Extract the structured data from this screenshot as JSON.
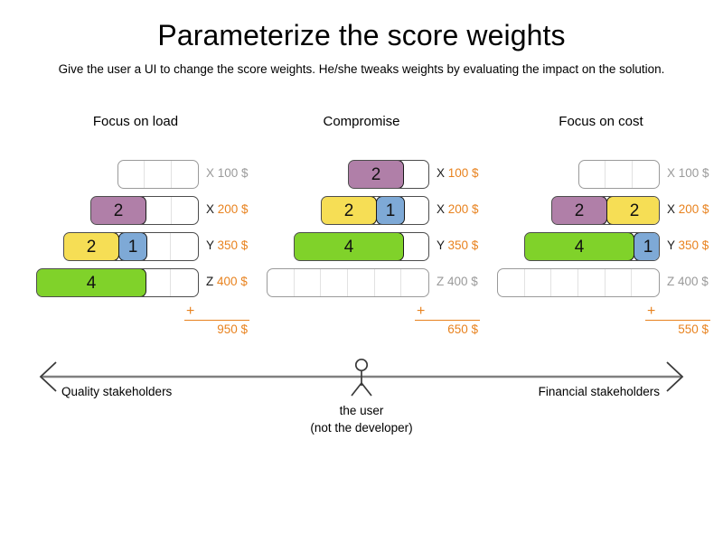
{
  "slide": {
    "title": "Parameterize the score weights",
    "subtitle": "Give the user a UI to change the score weights. He/she tweaks weights by evaluating the impact on the solution."
  },
  "colors": {
    "purple": "#b07fa8",
    "yellow": "#f6de55",
    "blue": "#7ea9d6",
    "green": "#80d22a",
    "accent_orange": "#e8821e",
    "inactive_gray": "#9a9a9a",
    "track_border": "#4d4d4d",
    "axis_gray": "#808080"
  },
  "scenarios": [
    {
      "title": "Focus on load",
      "sum_symbol": "+",
      "total": "950 $",
      "rows": [
        {
          "letter": "X",
          "price": "100 $",
          "active": false,
          "capacity": 3,
          "segments": []
        },
        {
          "letter": "X",
          "price": "200 $",
          "active": true,
          "capacity": 4,
          "segments": [
            {
              "value": "2",
              "units": 2,
              "color": "purple"
            }
          ]
        },
        {
          "letter": "Y",
          "price": "350 $",
          "active": true,
          "capacity": 5,
          "segments": [
            {
              "value": "2",
              "units": 2,
              "color": "yellow"
            },
            {
              "value": "1",
              "units": 1,
              "color": "blue"
            }
          ]
        },
        {
          "letter": "Z",
          "price": "400 $",
          "active": true,
          "capacity": 6,
          "segments": [
            {
              "value": "4",
              "units": 4,
              "color": "green"
            }
          ]
        }
      ]
    },
    {
      "title": "Compromise",
      "sum_symbol": "+",
      "total": "650 $",
      "rows": [
        {
          "letter": "X",
          "price": "100 $",
          "active": true,
          "capacity": 3,
          "segments": [
            {
              "value": "2",
              "units": 2,
              "color": "purple"
            }
          ]
        },
        {
          "letter": "X",
          "price": "200 $",
          "active": true,
          "capacity": 4,
          "segments": [
            {
              "value": "2",
              "units": 2,
              "color": "yellow"
            },
            {
              "value": "1",
              "units": 1,
              "color": "blue"
            }
          ]
        },
        {
          "letter": "Y",
          "price": "350 $",
          "active": true,
          "capacity": 5,
          "segments": [
            {
              "value": "4",
              "units": 4,
              "color": "green"
            }
          ]
        },
        {
          "letter": "Z",
          "price": "400 $",
          "active": false,
          "capacity": 6,
          "segments": []
        }
      ]
    },
    {
      "title": "Focus on cost",
      "sum_symbol": "+",
      "total": "550 $",
      "rows": [
        {
          "letter": "X",
          "price": "100 $",
          "active": false,
          "capacity": 3,
          "segments": []
        },
        {
          "letter": "X",
          "price": "200 $",
          "active": true,
          "capacity": 4,
          "segments": [
            {
              "value": "2",
              "units": 2,
              "color": "purple"
            },
            {
              "value": "2",
              "units": 2,
              "color": "yellow"
            }
          ]
        },
        {
          "letter": "Y",
          "price": "350 $",
          "active": true,
          "capacity": 5,
          "segments": [
            {
              "value": "4",
              "units": 4,
              "color": "green"
            },
            {
              "value": "1",
              "units": 1,
              "color": "blue"
            }
          ]
        },
        {
          "letter": "Z",
          "price": "400 $",
          "active": false,
          "capacity": 6,
          "segments": []
        }
      ]
    }
  ],
  "spectrum": {
    "left_label": "Quality stakeholders",
    "right_label": "Financial stakeholders",
    "user_caption_line1": "the user",
    "user_caption_line2": "(not the developer)"
  }
}
